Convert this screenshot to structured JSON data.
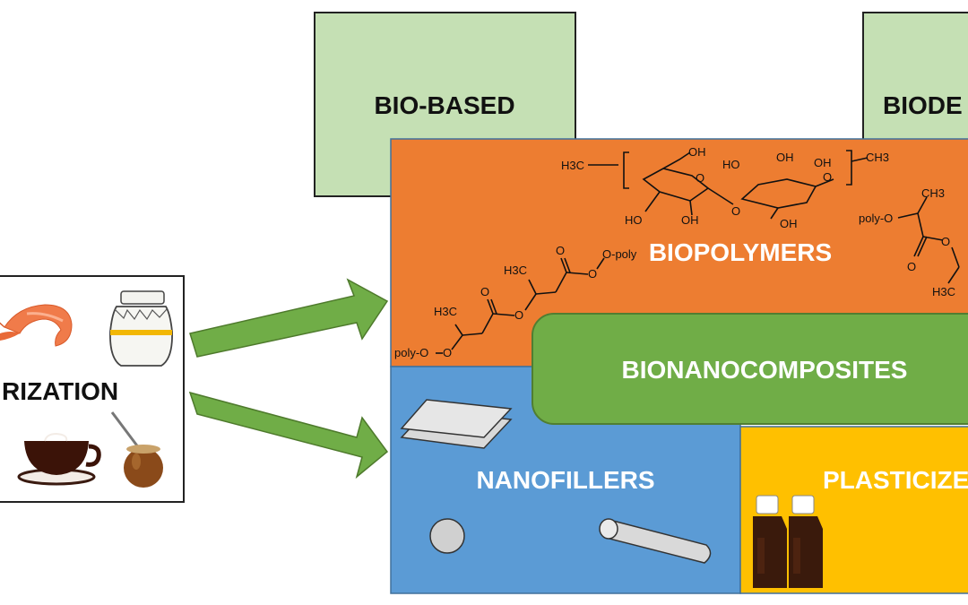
{
  "labels": {
    "bio_based": "BIO-BASED",
    "biodegradable": "BIODE",
    "biopolymers": "BIOPOLYMERS",
    "bionanocomposites": "BIONANOCOMPOSITES",
    "nanofillers": "NANOFILLERS",
    "plasticizers": "PLASTICIZE",
    "valorization": "RIZATION"
  },
  "chem_labels": {
    "h3c_left": "H3C",
    "ch3_right": "CH3",
    "oh": "OH",
    "ho": "HO",
    "o": "O",
    "poly_o": "poly-O",
    "o_poly": "O-poly",
    "h3c": "H3C",
    "ch3": "CH3"
  },
  "colors": {
    "green_box": "#c5e0b4",
    "orange": "#ed7d31",
    "blue": "#5b9bd5",
    "yellow": "#ffc000",
    "dark_green": "#70ad47",
    "arrow": "#70ad47",
    "border": "#41719c"
  },
  "icons": [
    "shrimp-icon",
    "honey-jar-icon",
    "coffee-cup-icon",
    "mate-gourd-icon",
    "nanosheet-icon",
    "nanosphere-icon",
    "nanotube-icon",
    "plasticizer-bottles-icon"
  ]
}
